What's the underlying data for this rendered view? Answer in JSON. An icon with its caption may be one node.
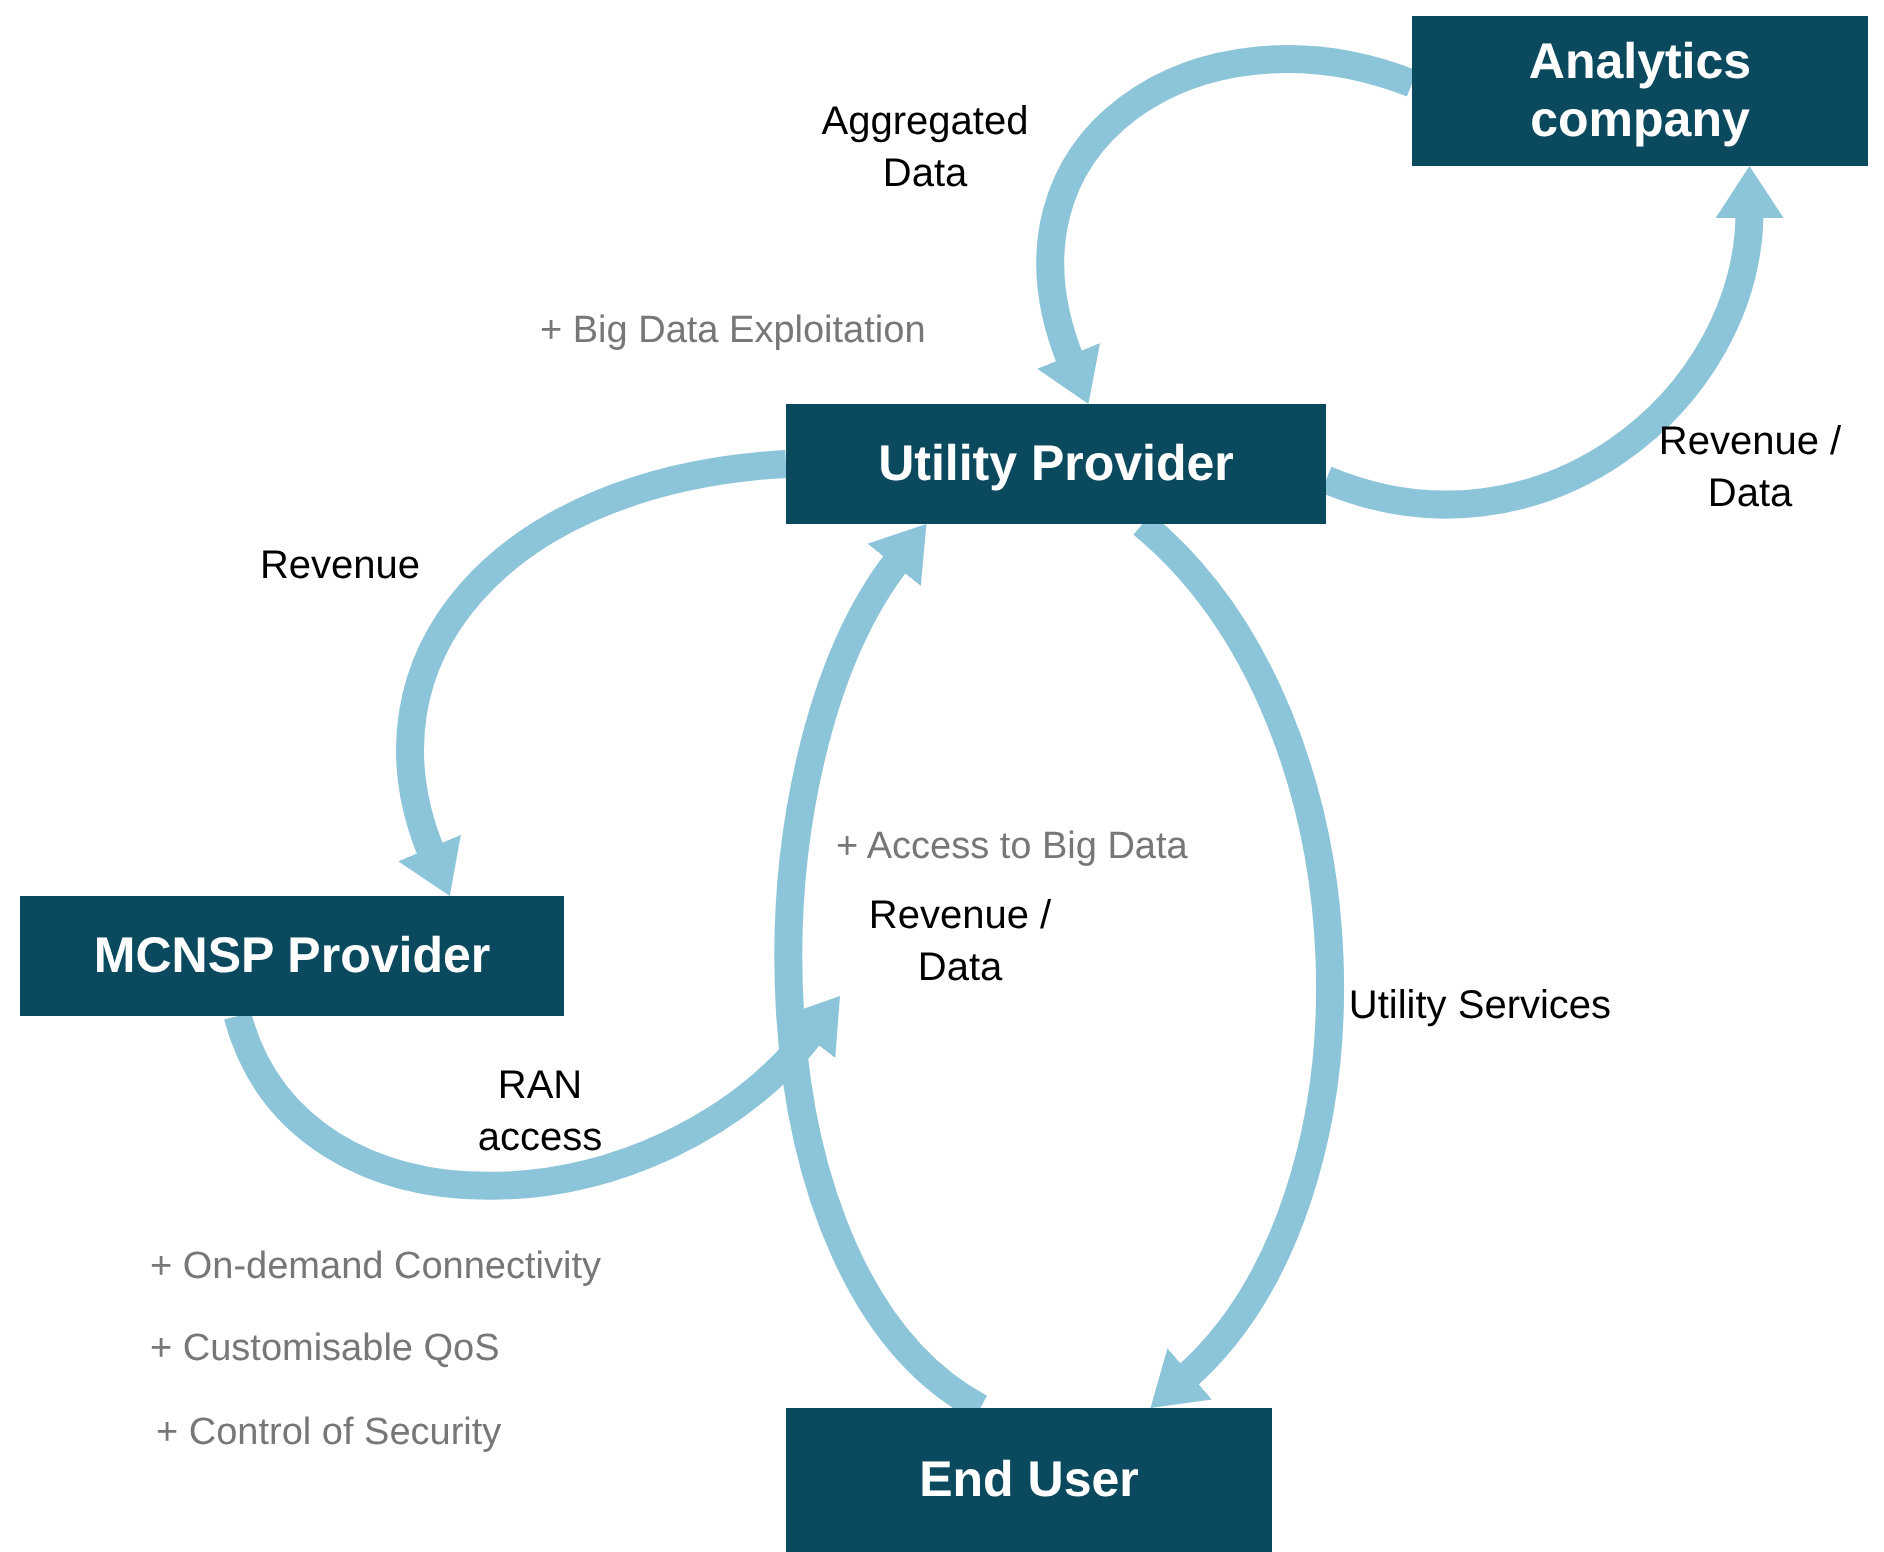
{
  "diagram": {
    "nodes": [
      {
        "text": [
          "Analytics company"
        ]
      },
      {
        "text": [
          "Utility Provider"
        ]
      },
      {
        "text": [
          "MCNSP Provider"
        ]
      },
      {
        "text": [
          "End User"
        ]
      }
    ],
    "edges": [
      {
        "from": 0,
        "to": 1,
        "arrow": "to",
        "label": "Aggregated Data"
      },
      {
        "from": 1,
        "to": 0,
        "arrow": "to",
        "label": "Revenue / Data"
      },
      {
        "from": 1,
        "to": 2,
        "arrow": "to",
        "label": "Revenue"
      },
      {
        "from": 2,
        "to": null,
        "arrow": "to",
        "label": "RAN access"
      },
      {
        "from": 3,
        "to": 1,
        "arrow": "to",
        "label": "Revenue / Data"
      },
      {
        "from": 1,
        "to": 3,
        "arrow": "to",
        "label": "Utility Services"
      }
    ],
    "labels": [
      "+ Big Data Exploitation",
      "+ Access to Big Data",
      "+ On-demand Connectivity",
      "+ Customisable QoS",
      "+ Control of Security"
    ]
  }
}
